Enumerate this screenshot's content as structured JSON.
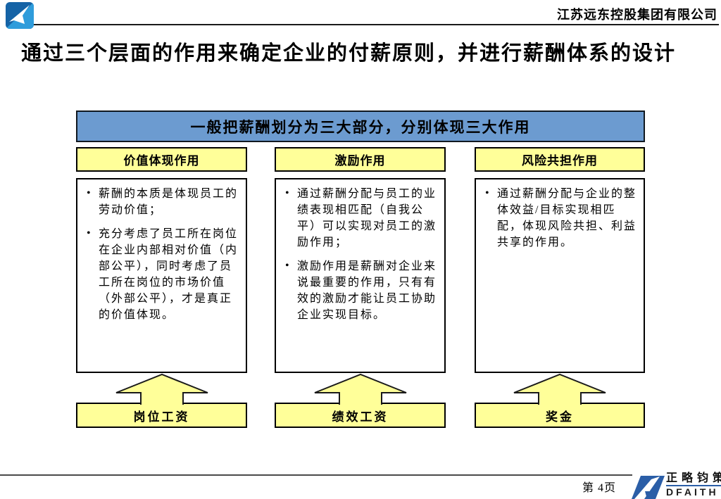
{
  "header": {
    "company_name": "江苏远东控股集团有限公司",
    "logo_icon": "feic-arrow-logo"
  },
  "title": "通过三个层面的作用来确定企业的付薪原则，并进行薪酬体系的设计",
  "diagram": {
    "banner": "一般把薪酬划分为三大部分，分别体现三大作用",
    "columns": [
      {
        "header": "价值体现作用",
        "bullets": [
          "薪酬的本质是体现员工的劳动价值；",
          "充分考虑了员工所在岗位在企业内部相对价值（内部公平），同时考虑了员工所在岗位的市场价值（外部公平），才是真正的价值体现。"
        ],
        "base_label": "岗位工资"
      },
      {
        "header": "激励作用",
        "bullets": [
          "通过薪酬分配与员工的业绩表现相匹配（自我公平）可以实现对员工的激励作用；",
          "激励作用是薪酬对企业来说最重要的作用，只有有效的激励才能让员工协助企业实现目标。"
        ],
        "base_label": "绩效工资"
      },
      {
        "header": "风险共担作用",
        "bullets": [
          "通过薪酬分配与企业的整体效益/目标实现相匹配，体现风险共担、利益共享的作用。"
        ],
        "base_label": "奖金"
      }
    ],
    "arrow_icon": "up-block-arrow"
  },
  "footer": {
    "page_label": "第 4页",
    "brand_cn": "正略钧策",
    "brand_en": "DFAITH",
    "logo_icon": "adfaith-arrow-logo"
  },
  "colors": {
    "banner_blue": "#6C9BD0",
    "box_yellow": "#FFFF99",
    "logo_dark_blue": "#1563A6",
    "logo_light_blue": "#2F9CDB",
    "brand_blue": "#2B5EA7",
    "border_black": "#000000"
  }
}
